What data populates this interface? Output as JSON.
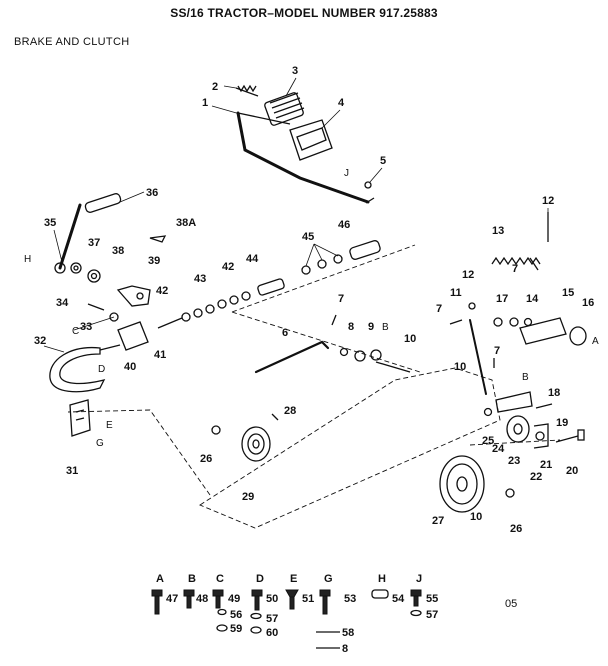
{
  "header": {
    "title": "SS/16 TRACTOR–MODEL NUMBER 917.25883",
    "section": "BRAKE AND CLUTCH",
    "page_number": "05"
  },
  "callouts": {
    "c1": "1",
    "c2": "2",
    "c3": "3",
    "c4": "4",
    "c5": "5",
    "c6": "6",
    "c7a": "7",
    "c7b": "7",
    "c7c": "7",
    "c7d": "7",
    "c8": "8",
    "c9": "9",
    "c10a": "10",
    "c10b": "10",
    "c10c": "10",
    "c11": "11",
    "c12a": "12",
    "c12b": "12",
    "c13": "13",
    "c14": "14",
    "c15": "15",
    "c16": "16",
    "c17": "17",
    "c18": "18",
    "c19": "19",
    "c20": "20",
    "c21": "21",
    "c22": "22",
    "c23": "23",
    "c24": "24",
    "c25": "25",
    "c26a": "26",
    "c26b": "26",
    "c27": "27",
    "c28": "28",
    "c29": "29",
    "c31": "31",
    "c32": "32",
    "c33": "33",
    "c34": "34",
    "c35": "35",
    "c36": "36",
    "c37": "37",
    "c38": "38",
    "c38a": "38A",
    "c39": "39",
    "c40": "40",
    "c41": "41",
    "c42a": "42",
    "c42b": "42",
    "c43": "43",
    "c44": "44",
    "c45": "45",
    "c46": "46"
  },
  "letters": {
    "h": "H",
    "j": "J",
    "b1": "B",
    "b2": "B",
    "c": "C",
    "d": "D",
    "e": "E",
    "g": "G",
    "a": "A"
  },
  "hardware_legend": {
    "letters": [
      "A",
      "B",
      "C",
      "D",
      "E",
      "G",
      "H",
      "J"
    ],
    "numbers": {
      "n47": "47",
      "n48": "48",
      "n49": "49",
      "n50": "50",
      "n51": "51",
      "n53": "53",
      "n54": "54",
      "n55": "55",
      "n56": "56",
      "n57a": "57",
      "n57b": "57",
      "n58": "58",
      "n59": "59",
      "n60": "60",
      "n8": "8"
    }
  }
}
